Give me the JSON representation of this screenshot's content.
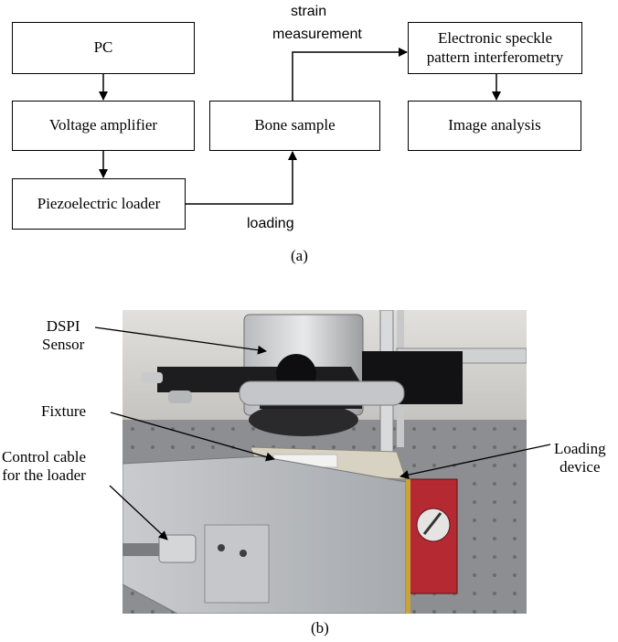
{
  "diagram": {
    "boxes": {
      "pc": "PC",
      "voltage_amplifier": "Voltage amplifier",
      "piezo_loader": "Piezoelectric loader",
      "bone_sample": "Bone sample",
      "espi_line1": "Electronic speckle",
      "espi_line2": "pattern interferometry",
      "image_analysis": "Image analysis"
    },
    "edge_labels": {
      "strain_line1": "strain",
      "strain_line2": "measurement",
      "loading": "loading"
    },
    "caption_a": "(a)"
  },
  "photo": {
    "annotations": {
      "dspi_line1": "DSPI",
      "dspi_line2": "Sensor",
      "fixture": "Fixture",
      "control_line1": "Control cable",
      "control_line2": "for the loader",
      "loading_line1": "Loading",
      "loading_line2": "device"
    },
    "caption_b": "(b)"
  },
  "colors": {
    "line": "#000000",
    "photo_table": "#8c8e91",
    "photo_wall": "#d4d2cf"
  }
}
